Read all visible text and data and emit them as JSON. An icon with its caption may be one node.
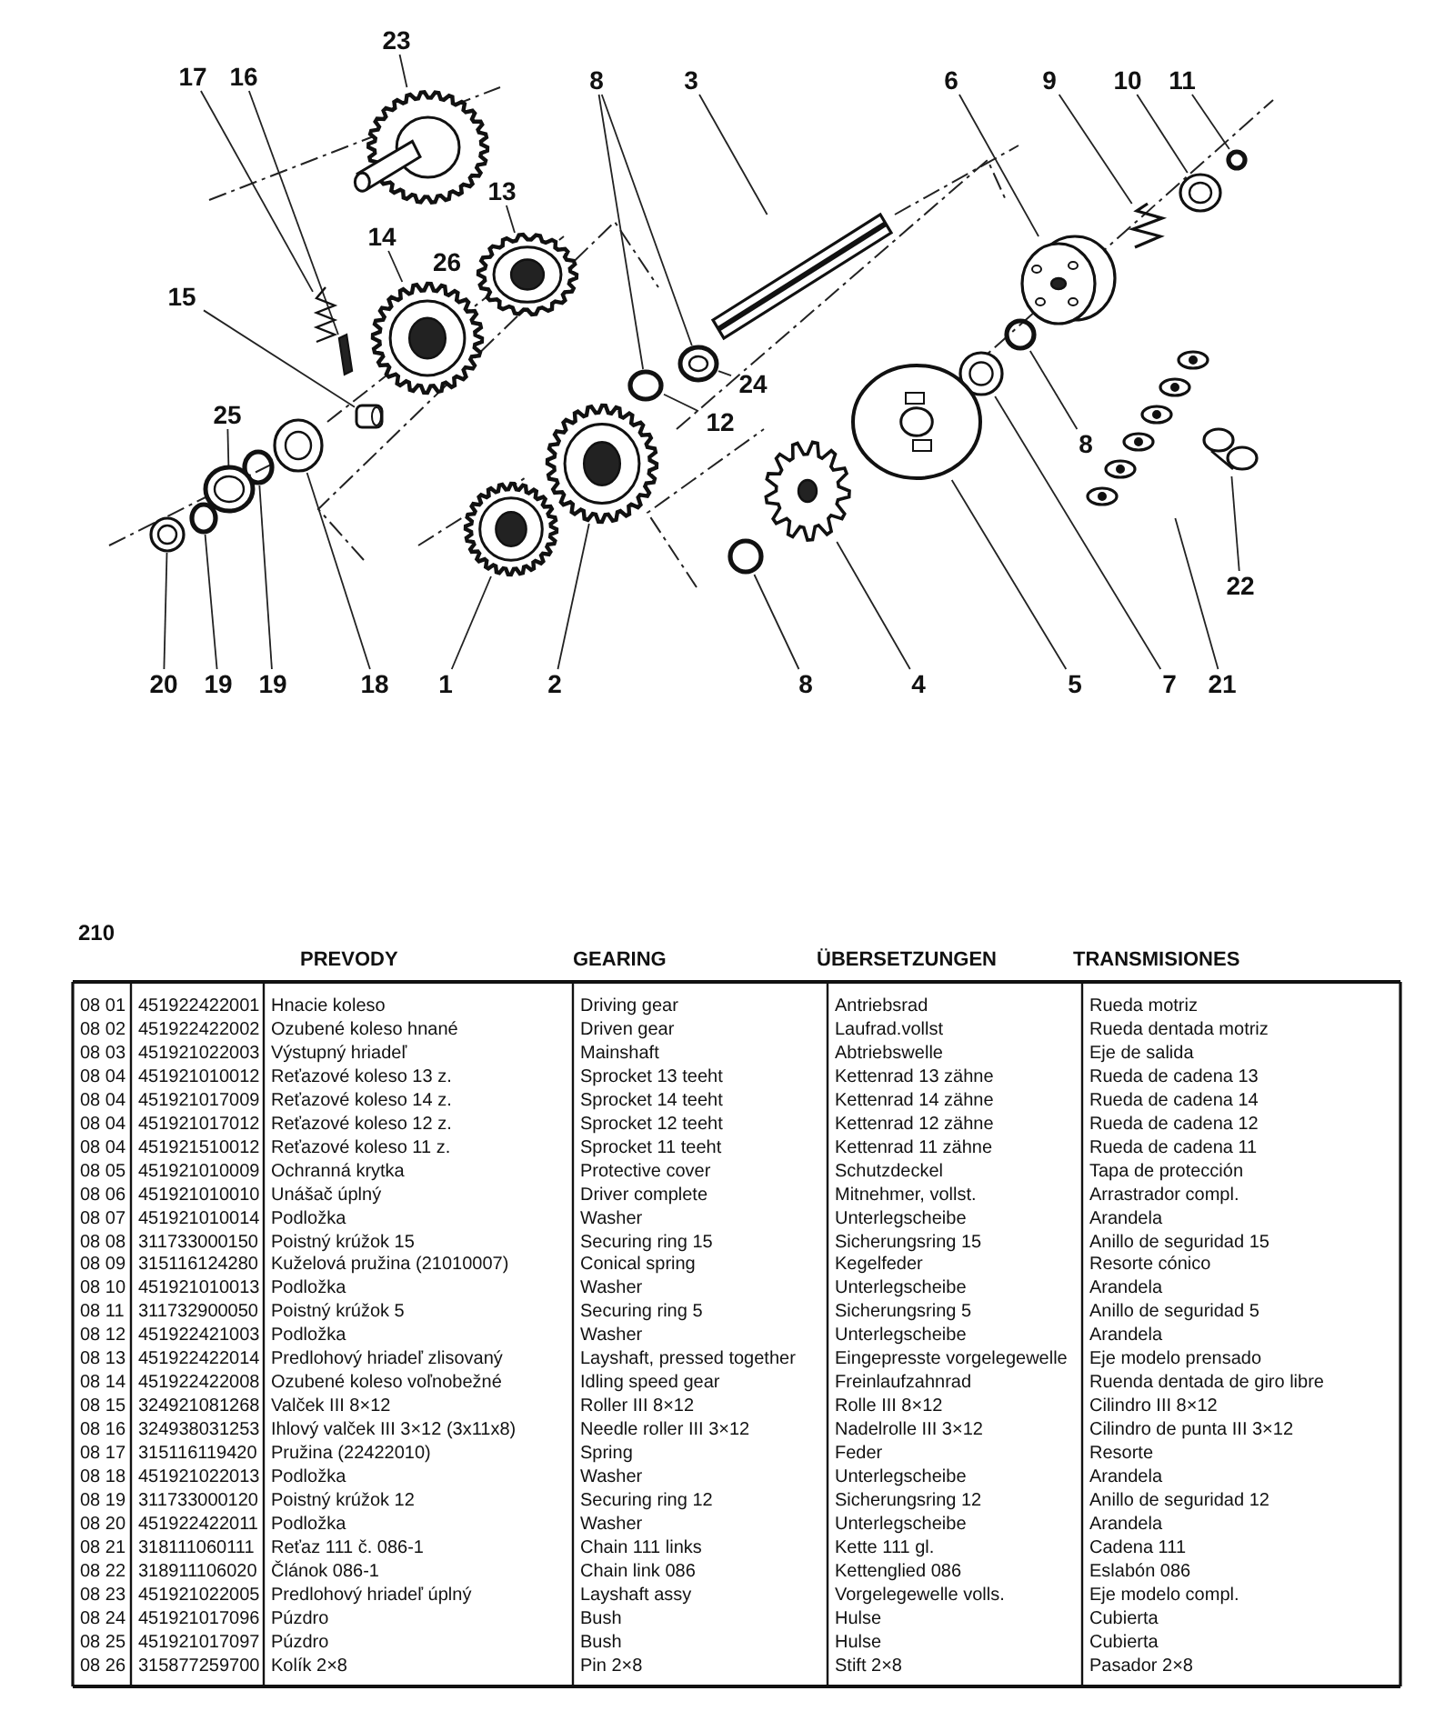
{
  "diagram": {
    "nodes": [
      {
        "text": [
          "23"
        ]
      },
      {
        "text": [
          "17"
        ]
      },
      {
        "text": [
          "16"
        ]
      },
      {
        "text": [
          "8"
        ]
      },
      {
        "text": [
          "3"
        ]
      },
      {
        "text": [
          "6"
        ]
      },
      {
        "text": [
          "9"
        ]
      },
      {
        "text": [
          "10"
        ]
      },
      {
        "text": [
          "11"
        ]
      },
      {
        "text": [
          "13"
        ]
      },
      {
        "text": [
          "14"
        ]
      },
      {
        "text": [
          "15"
        ]
      },
      {
        "text": [
          "25"
        ]
      },
      {
        "text": [
          "24"
        ]
      },
      {
        "text": [
          "12"
        ]
      },
      {
        "text": [
          "8"
        ]
      },
      {
        "text": [
          "22"
        ]
      },
      {
        "text": [
          "20"
        ]
      },
      {
        "text": [
          "19"
        ]
      },
      {
        "text": [
          "19"
        ]
      },
      {
        "text": [
          "18"
        ]
      },
      {
        "text": [
          "1"
        ]
      },
      {
        "text": [
          "2"
        ]
      },
      {
        "text": [
          "8"
        ]
      },
      {
        "text": [
          "4"
        ]
      },
      {
        "text": [
          "5"
        ]
      },
      {
        "text": [
          "7"
        ]
      },
      {
        "text": [
          "21"
        ]
      },
      {
        "text": [],
        "shape": "picture"
      },
      {
        "text": [],
        "shape": "picture"
      },
      {
        "text": [],
        "shape": "picture"
      },
      {
        "text": [],
        "shape": "picture"
      },
      {
        "text": [],
        "shape": "picture"
      },
      {
        "text": [],
        "shape": "cylinder"
      },
      {
        "text": [],
        "shape": "circle"
      },
      {
        "text": [],
        "shape": "picture"
      },
      {
        "text": [],
        "shape": "picture"
      },
      {
        "text": [],
        "shape": "picture"
      },
      {
        "text": [],
        "shape": "picture"
      },
      {
        "text": [],
        "shape": "picture"
      },
      {
        "text": [],
        "shape": "circle"
      },
      {
        "text": [],
        "shape": "circle"
      },
      {
        "text": [],
        "shape": "picture"
      },
      {
        "text": [],
        "shape": "picture"
      },
      {
        "text": [],
        "shape": "picture"
      },
      {
        "text": [],
        "shape": "circle"
      },
      {
        "text": [],
        "shape": "picture"
      },
      {
        "text": [],
        "shape": "picture"
      },
      {
        "text": [],
        "shape": "picture"
      },
      {
        "text": [],
        "shape": "circle"
      },
      {
        "text": [],
        "shape": "picture"
      },
      {
        "text": [],
        "shape": "circle"
      },
      {
        "text": [],
        "shape": "picture"
      },
      {
        "text": [],
        "shape": "picture"
      },
      {
        "text": [],
        "shape": "picture"
      }
    ],
    "edges": [
      {
        "from": 0,
        "to": 28,
        "arrow": "none"
      },
      {
        "from": 1,
        "to": 29,
        "arrow": "none"
      },
      {
        "from": 2,
        "to": 30,
        "arrow": "none"
      },
      {
        "from": 3,
        "to": 34,
        "arrow": "none"
      },
      {
        "from": 3,
        "to": 35,
        "arrow": "none"
      },
      {
        "from": 4,
        "to": 36,
        "arrow": "none"
      },
      {
        "from": 5,
        "to": 37,
        "arrow": "none"
      },
      {
        "from": 6,
        "to": 38,
        "arrow": "none"
      },
      {
        "from": 7,
        "to": 39,
        "arrow": "none"
      },
      {
        "from": 8,
        "to": 40,
        "arrow": "none"
      },
      {
        "from": 9,
        "to": 31,
        "arrow": "none"
      },
      {
        "from": 10,
        "to": 32,
        "arrow": "none"
      },
      {
        "from": 11,
        "to": 33,
        "arrow": "none"
      },
      {
        "from": 12,
        "to": 50,
        "arrow": "none"
      },
      {
        "from": 13,
        "to": 35,
        "arrow": "none"
      },
      {
        "from": 14,
        "to": 34,
        "arrow": "none"
      },
      {
        "from": 15,
        "to": 41,
        "arrow": "none"
      },
      {
        "from": 16,
        "to": 47,
        "arrow": "none"
      },
      {
        "from": 17,
        "to": 52,
        "arrow": "none"
      },
      {
        "from": 18,
        "to": 51,
        "arrow": "none"
      },
      {
        "from": 19,
        "to": 49,
        "arrow": "none"
      },
      {
        "from": 20,
        "to": 48,
        "arrow": "none"
      },
      {
        "from": 21,
        "to": 53,
        "arrow": "none"
      },
      {
        "from": 22,
        "to": 54,
        "arrow": "none"
      },
      {
        "from": 23,
        "to": 45,
        "arrow": "none"
      },
      {
        "from": 24,
        "to": 44,
        "arrow": "none"
      },
      {
        "from": 25,
        "to": 43,
        "arrow": "none"
      },
      {
        "from": 26,
        "to": 42,
        "arrow": "none"
      },
      {
        "from": 27,
        "to": 46,
        "arrow": "none"
      }
    ],
    "labels": [
      "26",
      "210",
      "PREVODY",
      "GEARING",
      "ÜBERSETZUNGEN",
      "TRANSMISIONES",
      "08 01",
      "451922422001",
      "Hnacie koleso",
      "Driving gear",
      "Antriebsrad",
      "Rueda motriz",
      "08 02",
      "451922422002",
      "Ozubené koleso hnané",
      "Driven gear",
      "Laufrad.vollst",
      "Rueda dentada motriz",
      "08 03",
      "451921022003",
      "Výstupný hriadeľ",
      "Mainshaft",
      "Abtriebswelle",
      "Eje de salida",
      "08 04",
      "451921010012",
      "Reťazové koleso 13 z.",
      "Sprocket 13 teeht",
      "Kettenrad 13 zähne",
      "Rueda de cadena 13",
      "08 04",
      "451921017009",
      "Reťazové koleso 14 z.",
      "Sprocket 14 teeht",
      "Kettenrad 14 zähne",
      "Rueda de cadena 14",
      "08 04",
      "451921017012",
      "Reťazové koleso 12 z.",
      "Sprocket 12 teeht",
      "Kettenrad 12 zähne",
      "Rueda de cadena 12",
      "08 04",
      "451921510012",
      "Reťazové koleso 11 z.",
      "Sprocket 11 teeht",
      "Kettenrad 11 zähne",
      "Rueda de cadena 11",
      "08 05",
      "451921010009",
      "Ochranná krytka",
      "Protective cover",
      "Schutzdeckel",
      "Tapa de protección",
      "08 06",
      "451921010010",
      "Unášač úplný",
      "Driver complete",
      "Mitnehmer, vollst.",
      "Arrastrador compl.",
      "08 07",
      "451921010014",
      "Podložka",
      "Washer",
      "Unterlegscheibe",
      "Arandela",
      "08 08",
      "311733000150",
      "Poistný krúžok 15",
      "Securing ring 15",
      "Sicherungsring 15",
      "Anillo de seguridad 15",
      "08 09",
      "315116124280",
      "Kuželová pružina (21010007)",
      "Conical spring",
      "Kegelfeder",
      "Resorte cónico",
      "08 10",
      "451921010013",
      "Podložka",
      "Washer",
      "Unterlegscheibe",
      "Arandela",
      "08 11",
      "311732900050",
      "Poistný krúžok 5",
      "Securing ring 5",
      "Sicherungsring 5",
      "Anillo de seguridad 5",
      "08 12",
      "451922421003",
      "Podložka",
      "Washer",
      "Unterlegscheibe",
      "Arandela",
      "08 13",
      "451922422014",
      "Predlohový hriadeľ zlisovaný",
      "Layshaft, pressed together",
      "Eingepresste vorgelegewelle",
      "Eje modelo prensado",
      "08 14",
      "451922422008",
      "Ozubené koleso voľnobežné",
      "Idling speed gear",
      "Freinlaufzahnrad",
      "Ruenda dentada de giro libre",
      "08 15",
      "324921081268",
      "Valček III 8×12",
      "Roller III 8×12",
      "Rolle III 8×12",
      "Cilindro III 8×12",
      "08 16",
      "324938031253",
      "Ihlový valček III 3×12 (3x11x8)",
      "Needle roller III 3×12",
      "Nadelrolle III 3×12",
      "Cilindro de punta III 3×12",
      "08 17",
      "315116119420",
      "Pružina (22422010)",
      "Spring",
      "Feder",
      "Resorte",
      "08 18",
      "451921022013",
      "Podložka",
      "Washer",
      "Unterlegscheibe",
      "Arandela",
      "08 19",
      "311733000120",
      "Poistný krúžok 12",
      "Securing ring 12",
      "Sicherungsring 12",
      "Anillo de seguridad 12",
      "08 20",
      "451922422011",
      "Podložka",
      "Washer",
      "Unterlegscheibe",
      "Arandela",
      "08 21",
      "318111060111",
      "Reťaz 111 č. 086-1",
      "Chain 111 links",
      "Kette 111 gl.",
      "Cadena 111",
      "08 22",
      "318911106020",
      "Článok 086-1",
      "Chain link 086",
      "Kettenglied 086",
      "Eslabón 086",
      "08 23",
      "451921022005",
      "Predlohový hriadeľ úplný",
      "Layshaft assy",
      "Vorgelegewelle volls.",
      "Eje modelo compl.",
      "08 24",
      "451921017096",
      "Púzdro",
      "Bush",
      "Hulse",
      "Cubierta",
      "08 25",
      "451921017097",
      "Púzdro",
      "Bush",
      "Hulse",
      "Cubierta",
      "08 26",
      "315877259700",
      "Kolík 2×8",
      "Pin 2×8",
      "Stift 2×8",
      "Pasador 2×8"
    ]
  }
}
